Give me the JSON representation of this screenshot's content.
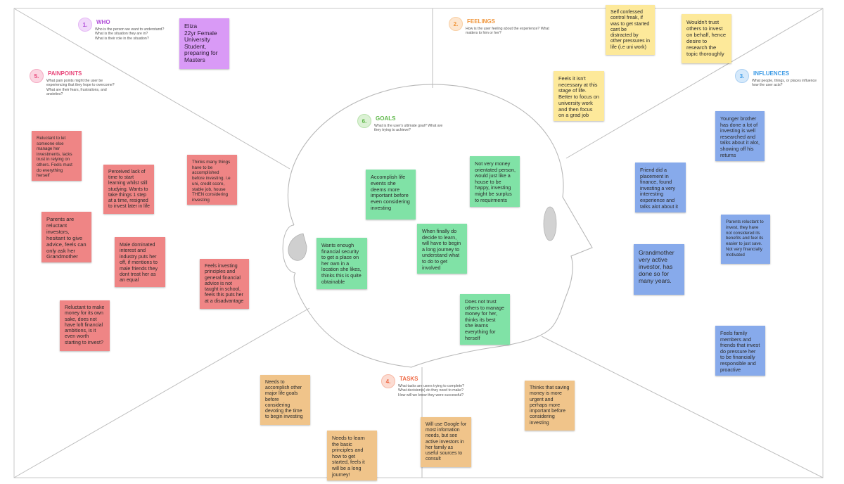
{
  "sections": {
    "who": {
      "number": "1.",
      "title": "WHO",
      "description": "Who is the person we want to understand?\nWhat is the situation they are in?\nWhat is their role in the situation?",
      "color": "#b04fd8",
      "bg": "#f1d9fa"
    },
    "feelings": {
      "number": "2.",
      "title": "FEELINGS",
      "description": "How is the user feeling about the experience? What\nmatters to him or her?",
      "color": "#f0953a",
      "bg": "#fde6cf"
    },
    "influences": {
      "number": "3.",
      "title": "INFLUENCES",
      "description": "What people, things, or places influence\nhow the user acts?",
      "color": "#3d9be6",
      "bg": "#d5e9fb"
    },
    "tasks": {
      "number": "4.",
      "title": "TASKS",
      "description": "What tasks are users trying to complete?\nWhat decision(s) do they need to make?\nHow will we know they were successful?",
      "color": "#ef6a45",
      "bg": "#fcdcd2"
    },
    "painpoints": {
      "number": "5.",
      "title": "PAINPOINTS",
      "description": "What pain points might the user be\nexperiencing that they hope to overcome?\nWhat are their fears, frustrations, and\nanxieties?",
      "color": "#e8477a",
      "bg": "#fbd5e1"
    },
    "goals": {
      "number": "6.",
      "title": "GOALS",
      "description": "What is the user's ultimate goal? What are\nthey trying to achieve?",
      "color": "#5fb84a",
      "bg": "#dbf1d4"
    }
  },
  "notes": {
    "who": [
      "Eliza\n22yr Female\nUniversity\nStudent,\npreparing for\nMasters"
    ],
    "feelings": [
      "Self confessed\ncontrol freak, if\nwas to get started\ncant be\ndistracted by\nother pressures in\nlife (i.e uni work)",
      "Wouldn't trust\nothers to invest\non behalf, hence\ndesire to\nresearch the\ntopic thoroughly",
      "Feels it isn't\nnecessary at this\nstage of life.\nBetter to focus on\nuniversity work\nand then focus\non a grad job"
    ],
    "influences": [
      "Younger brother\nhas done a lot of\ninvesting is well\nresearched and\ntalks about it alot,\nshowing off his\nreturns",
      "Friend did a\nplacement in\nfinance, found\ninvesting a very\ninteresting\nexperience and\ntalks alot about it",
      "Parents reluctant to\ninvest, they have\nnot considered its\nbenefits and feel its\neasier to just save.\nNot very financially\nmotivated",
      "Grandmother\nvery active\ninvestor, has\ndone so for\nmany years.",
      "Feels family\nmembers and\nfriends that invest\ndo pressure her\nto be financially\nresponsible and\nproactive"
    ],
    "goals": [
      "Accomplish life\nevents she\ndeems more\nimportant before\neven considering\ninvesting",
      "Not very money\norientated person,\nwould just like a\nhouse to be\nhappy, investing\nmight be surplus\nto requirments",
      "When finally do\ndecide to learn,\nwill have to begin\na long journey to\nunderstand what\nto do to get\ninvolved",
      "Wants enough\nfinancial security\nto get a place on\nher own in a\nlocation she likes,\nthinks this is quite\nobtainable",
      "Does not trust\nothers to manage\nmoney for her,\nthinks its best\nshe learns\neverything for\nherself"
    ],
    "painpoints": [
      "Reluctant to let\nsomeone else\nmanage her\ninvestments, lacks\ntrust in relying on\nothers. Feels must\ndo everything\nherself",
      "Perceived lack of\ntime to start\nlearning whilst still\nstudying. Wants to\ntake things 1 step\nat a time, resigned\nto invest later in life",
      "Thinks many things\nhave to be\naccomplished\nbefore investing. i.e\nuni, credit score,\nstable job, house\nTHEN considering\ninvesting",
      "Parents are\nreluctant\ninvestors,\nhesitant to give\nadvice, feels can\nonly ask her\nGrandmother",
      "Male dominated\ninterest and\nindustry puts her\noff, if mentions to\nmale friends they\ndont treat her as\nan equal",
      "Feels investing\nprinciples and\ngeneral financial\nadvice is not\ntaught in school,\nfeels this puts her\nat a disadvantage",
      "Reluctant to make\nmoney for its own\nsake, does not\nhave loft financial\nambitions, is it\neven worth\nstarting to invest?"
    ],
    "tasks": [
      "Needs to\naccomplish other\nmajor life goals\nbefore\nconsidering\ndevoting the time\nto begin investing",
      "Needs to learn\nthe basic\nprinciples and\nhow to get\nstarted, feels it\nwill be a long\njourney!",
      "Will use Google for\nmost infomation\nneeds, but see\nactive investors in\nher family as\nuseful sources to\nconsult",
      "Thinks that saving\nmoney is more\nurgent and\nperhaps more\nimportant before\nconsidering\ninvesting"
    ]
  }
}
